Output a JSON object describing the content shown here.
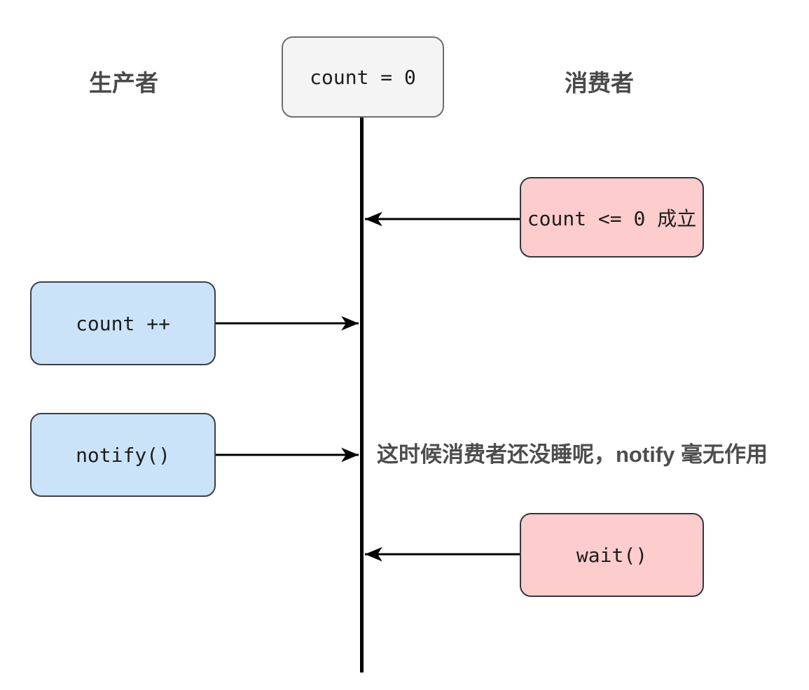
{
  "diagram": {
    "shared_state": {
      "label": "count = 0"
    },
    "producer": {
      "title": "生产者",
      "steps": [
        {
          "label": "count ++"
        },
        {
          "label": "notify()"
        }
      ]
    },
    "consumer": {
      "title": "消费者",
      "steps": [
        {
          "label": "count <= 0 成立"
        },
        {
          "label": "wait()"
        }
      ]
    },
    "annotation": "这时候消费者还没睡呢，notify 毫无作用",
    "colors": {
      "producer_box_bg": "#cbe3f9",
      "producer_box_border": "#3b4048",
      "consumer_box_bg": "#fdcccc",
      "consumer_box_border": "#33373d",
      "state_box_bg": "#f4f4f4",
      "state_box_border": "#6e6e6e",
      "heading_text": "#4a4a4a",
      "annotation_text": "#4d4d4d",
      "box_text": "#1d1d1d",
      "line": "#000000"
    }
  }
}
